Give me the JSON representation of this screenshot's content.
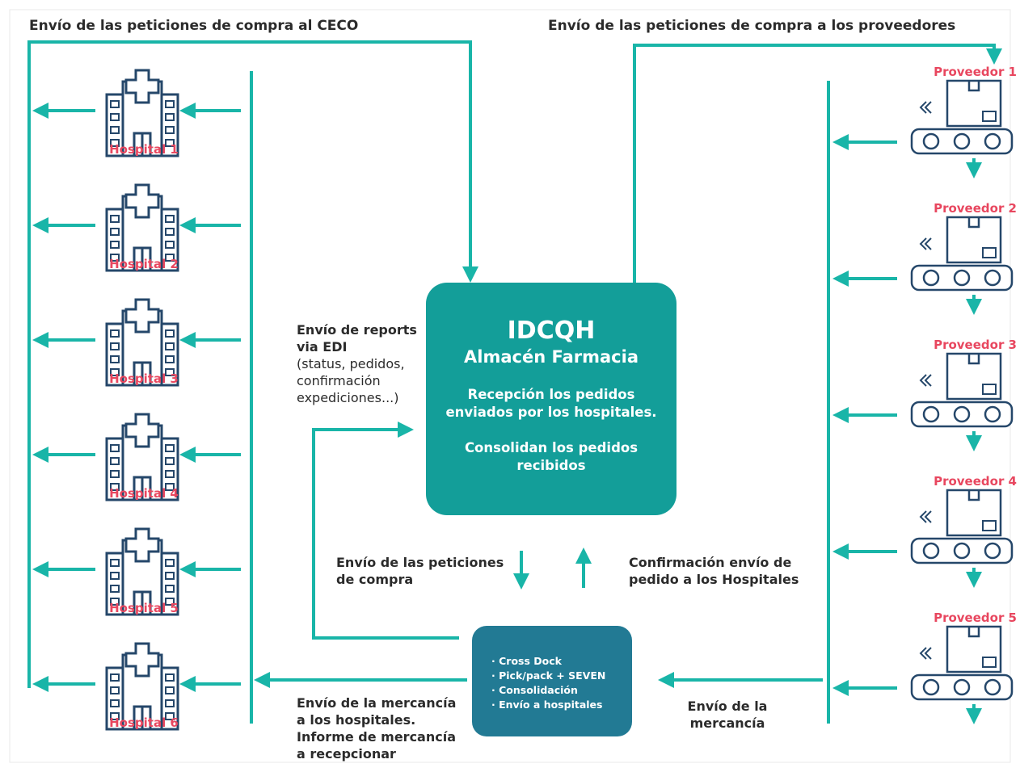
{
  "titles": {
    "left": "Envío de las peticiones de compra al CECO",
    "right": "Envío de las peticiones de compra a los proveedores"
  },
  "hospitals": [
    "Hospital 1",
    "Hospital 2",
    "Hospital 3",
    "Hospital 4",
    "Hospital 5",
    "Hospital 6"
  ],
  "providers": [
    "Proveedor 1",
    "Proveedor 2",
    "Proveedor 3",
    "Proveedor 4",
    "Proveedor 5"
  ],
  "center": {
    "title": "IDCQH",
    "subtitle": "Almacén Farmacia",
    "line1": "Recepción los pedidos",
    "line2": "enviados por los hospitales.",
    "line3": "Consolidan los pedidos",
    "line4": "recibidos"
  },
  "reports": {
    "bold1": "Envío de reports",
    "bold2": "via EDI",
    "n1": "(status, pedidos,",
    "n2": "confirmación",
    "n3": "expediciones...)"
  },
  "purchase": {
    "l1": "Envío de las peticiones",
    "l2": "de compra"
  },
  "confirm": {
    "l1": "Confirmación envío de",
    "l2": "pedido a los Hospitales"
  },
  "crossdock": [
    "· Cross Dock",
    "· Pick/pack + SEVEN",
    "· Consolidación",
    "· Envío a hospitales"
  ],
  "merch_hospitals": {
    "l1": "Envío de la mercancía",
    "l2": "a los hospitales.",
    "l3": "Informe de mercancía",
    "l4": "a recepcionar"
  },
  "merch": {
    "l1": "Envío de la",
    "l2": "mercancía"
  },
  "colors": {
    "teal": "#19b5a8",
    "navy": "#25476a",
    "pink": "#e8475f",
    "center_box": "#139e99",
    "cross_box": "#227a94"
  }
}
